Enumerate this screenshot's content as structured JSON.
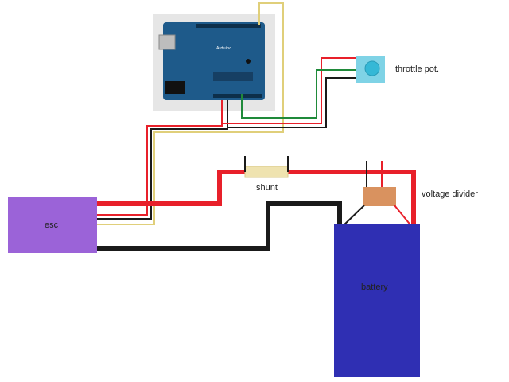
{
  "labels": {
    "arduino": "Arduino",
    "throttle_pot": "throttle pot.",
    "shunt": "shunt",
    "voltage_divider": "voltage divider",
    "esc": "esc",
    "battery": "battery"
  },
  "colors": {
    "wire_red": "#e8202a",
    "wire_black": "#1a1a1a",
    "wire_green": "#1f8a3a",
    "wire_yellow": "#e0cf7a",
    "esc_fill": "#9b63d8",
    "battery_fill": "#2f2fb3",
    "pot_fill": "#7fd3e6",
    "shunt_fill": "#efe3b0",
    "divider_fill": "#d9925f",
    "arduino_board": "#1e5a8a",
    "arduino_bg": "#e6e6e6"
  }
}
